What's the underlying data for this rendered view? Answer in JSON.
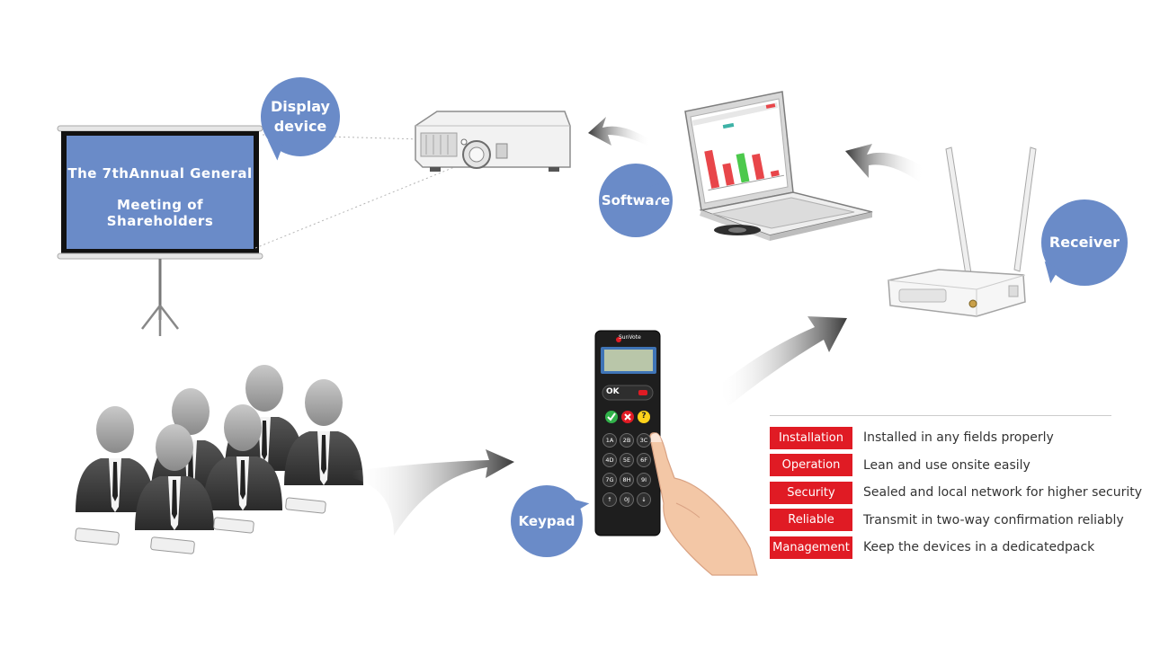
{
  "screen": {
    "line1": "The 7thAnnual General",
    "line2": "Meeting of Shareholders"
  },
  "bubbles": {
    "display_line1": "Display",
    "display_line2": "device",
    "software": "Software",
    "receiver": "Receiver",
    "keypad": "Keypad"
  },
  "keypad": {
    "brand": "SunVote",
    "ok": "OK",
    "keys": [
      "1A",
      "2B",
      "3C",
      "4D",
      "5E",
      "6F",
      "7G",
      "8H",
      "9I",
      "↑",
      "0J",
      "↓"
    ]
  },
  "features": [
    {
      "label": "Installation",
      "desc": "Installed in any fields properly"
    },
    {
      "label": "Operation",
      "desc": "Lean and use onsite easily"
    },
    {
      "label": "Security",
      "desc": "Sealed and local network for higher security"
    },
    {
      "label": "Reliable",
      "desc": "Transmit in two-way confirmation reliably"
    },
    {
      "label": "Management",
      "desc": "Keep the devices in a dedicatedpack"
    }
  ],
  "colors": {
    "bubble": "#6a8bc8",
    "screen": "#6a8bc8",
    "feature_label": "#e01b24",
    "bar_red": "#e8464a",
    "bar_green": "#4cc94c"
  }
}
